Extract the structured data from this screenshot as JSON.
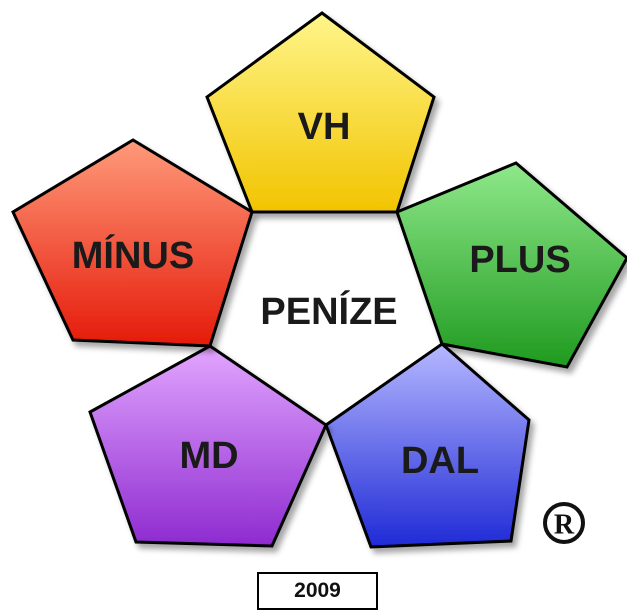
{
  "center": {
    "label": "PENÍZE"
  },
  "pentagons": [
    {
      "id": "vh",
      "label": "VH",
      "color_top": "#fff58a",
      "color_bottom": "#f2c400"
    },
    {
      "id": "plus",
      "label": "PLUS",
      "color_top": "#8fe88a",
      "color_bottom": "#1f9a1f"
    },
    {
      "id": "dal",
      "label": "DAL",
      "color_top": "#b6b8ff",
      "color_bottom": "#1f2ad6"
    },
    {
      "id": "md",
      "label": "MD",
      "color_top": "#e2a6ff",
      "color_bottom": "#8e2ad0"
    },
    {
      "id": "minus",
      "label": "MÍNUS",
      "color_top": "#ff9a7a",
      "color_bottom": "#e51a0a"
    }
  ],
  "registered_mark": "R",
  "year": "2009"
}
